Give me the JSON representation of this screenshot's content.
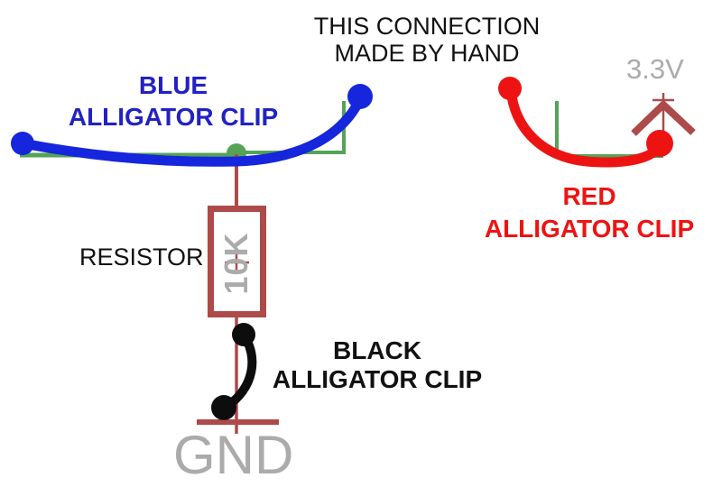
{
  "colors": {
    "bg": "#ffffff",
    "text": "#111111",
    "blue-wire": "#1526dd",
    "blue-label": "#2222c2",
    "red": "#ee1313",
    "black-wire": "#0d0d0d",
    "maroon": "#ad4a4a",
    "green": "#55a357",
    "gray": "#ababab"
  },
  "diagram": {
    "note": {
      "line1": "THIS CONNECTION",
      "line2": "MADE BY HAND"
    },
    "blue_clip": {
      "line1": "BLUE",
      "line2": "ALLIGATOR CLIP"
    },
    "red_clip": {
      "line1": "RED",
      "line2": "ALLIGATOR CLIP"
    },
    "black_clip": {
      "line1": "BLACK",
      "line2": "ALLIGATOR CLIP"
    },
    "resistor": {
      "label": "RESISTOR",
      "value": "10K"
    },
    "power": {
      "label": "3.3V"
    },
    "ground": {
      "label": "GND"
    }
  }
}
